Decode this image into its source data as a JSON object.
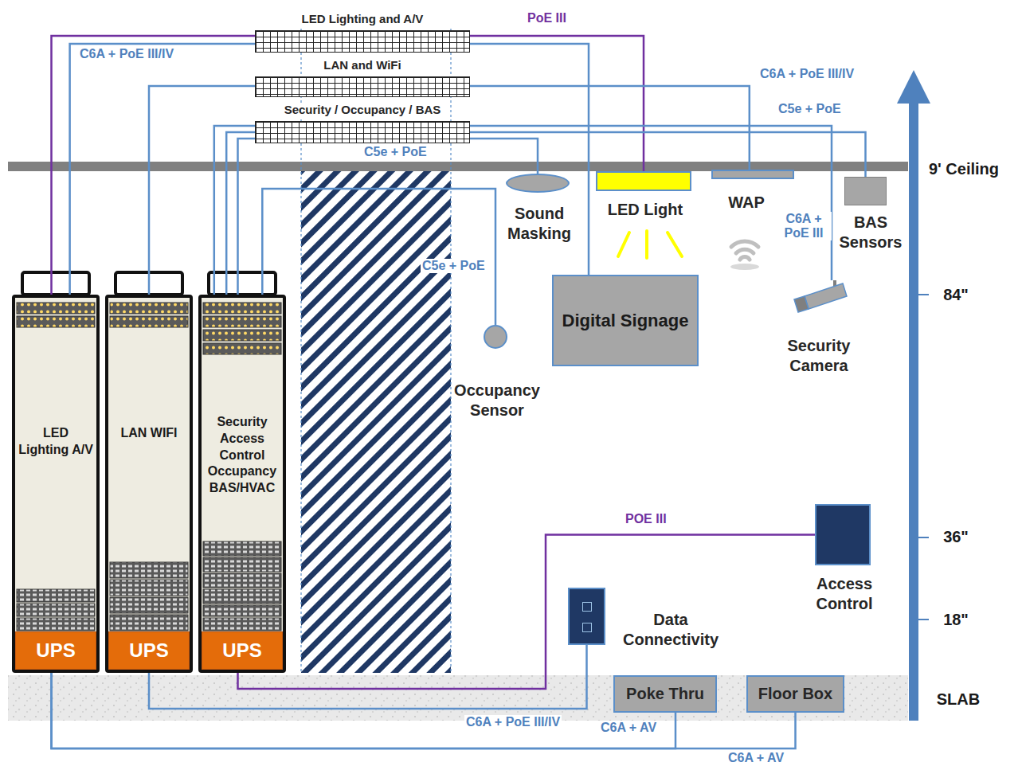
{
  "diagram": {
    "nodes": [
      {
        "text": [
          "LED Lighting A/V"
        ]
      },
      {
        "text": [
          "UPS"
        ],
        "in": 0
      },
      {
        "text": [
          "LAN WIFI"
        ]
      },
      {
        "text": [
          "UPS"
        ],
        "in": 2
      },
      {
        "text": [
          "Security Access Control Occupancy BAS/HVAC"
        ]
      },
      {
        "text": [
          "UPS"
        ],
        "in": 4
      },
      {
        "text": [
          "LED Lighting and A/V"
        ]
      },
      {
        "text": [
          "LAN and WiFi"
        ]
      },
      {
        "text": [
          "Security / Occupancy / BAS"
        ]
      },
      {
        "text": [
          "Sound Masking"
        ]
      },
      {
        "text": [
          "LED Light"
        ]
      },
      {
        "text": [
          "WAP"
        ]
      },
      {
        "text": [
          "BAS Sensors"
        ]
      },
      {
        "text": [
          "Digital Signage"
        ]
      },
      {
        "text": [
          "Occupancy Sensor"
        ]
      },
      {
        "text": [
          "Security Camera"
        ]
      },
      {
        "text": [
          "Data Connectivity"
        ]
      },
      {
        "text": [
          "Access Control"
        ]
      },
      {
        "text": [
          "Poke Thru"
        ]
      },
      {
        "text": [
          "Floor Box"
        ]
      }
    ],
    "edges": [
      {
        "from": 0,
        "to": 10,
        "arrow": "none",
        "label": "PoE III"
      },
      {
        "from": 0,
        "to": 13,
        "arrow": "none",
        "label": "C6A + PoE III/IV"
      },
      {
        "from": 2,
        "to": 11,
        "arrow": "none",
        "label": "C6A + PoE III/IV"
      },
      {
        "from": 4,
        "to": 9,
        "arrow": "none",
        "label": "C5e + PoE"
      },
      {
        "from": 4,
        "to": 12,
        "arrow": "none",
        "label": "C5e + PoE"
      },
      {
        "from": 4,
        "to": 14,
        "arrow": "none",
        "label": "C5e + PoE"
      },
      {
        "from": 4,
        "to": 15,
        "arrow": "none",
        "label": "C6A + PoE III"
      },
      {
        "from": 4,
        "to": 17,
        "arrow": "none",
        "label": "POE III"
      },
      {
        "from": 2,
        "to": 16,
        "arrow": "none",
        "label": "C6A + PoE III/IV"
      },
      {
        "from": 0,
        "to": 18,
        "arrow": "none",
        "label": "C6A + AV"
      },
      {
        "from": 0,
        "to": 19,
        "arrow": "none",
        "label": "C6A + AV"
      }
    ],
    "labels": [
      "9' Ceiling",
      "84\"",
      "36\"",
      "18\"",
      "SLAB"
    ]
  }
}
